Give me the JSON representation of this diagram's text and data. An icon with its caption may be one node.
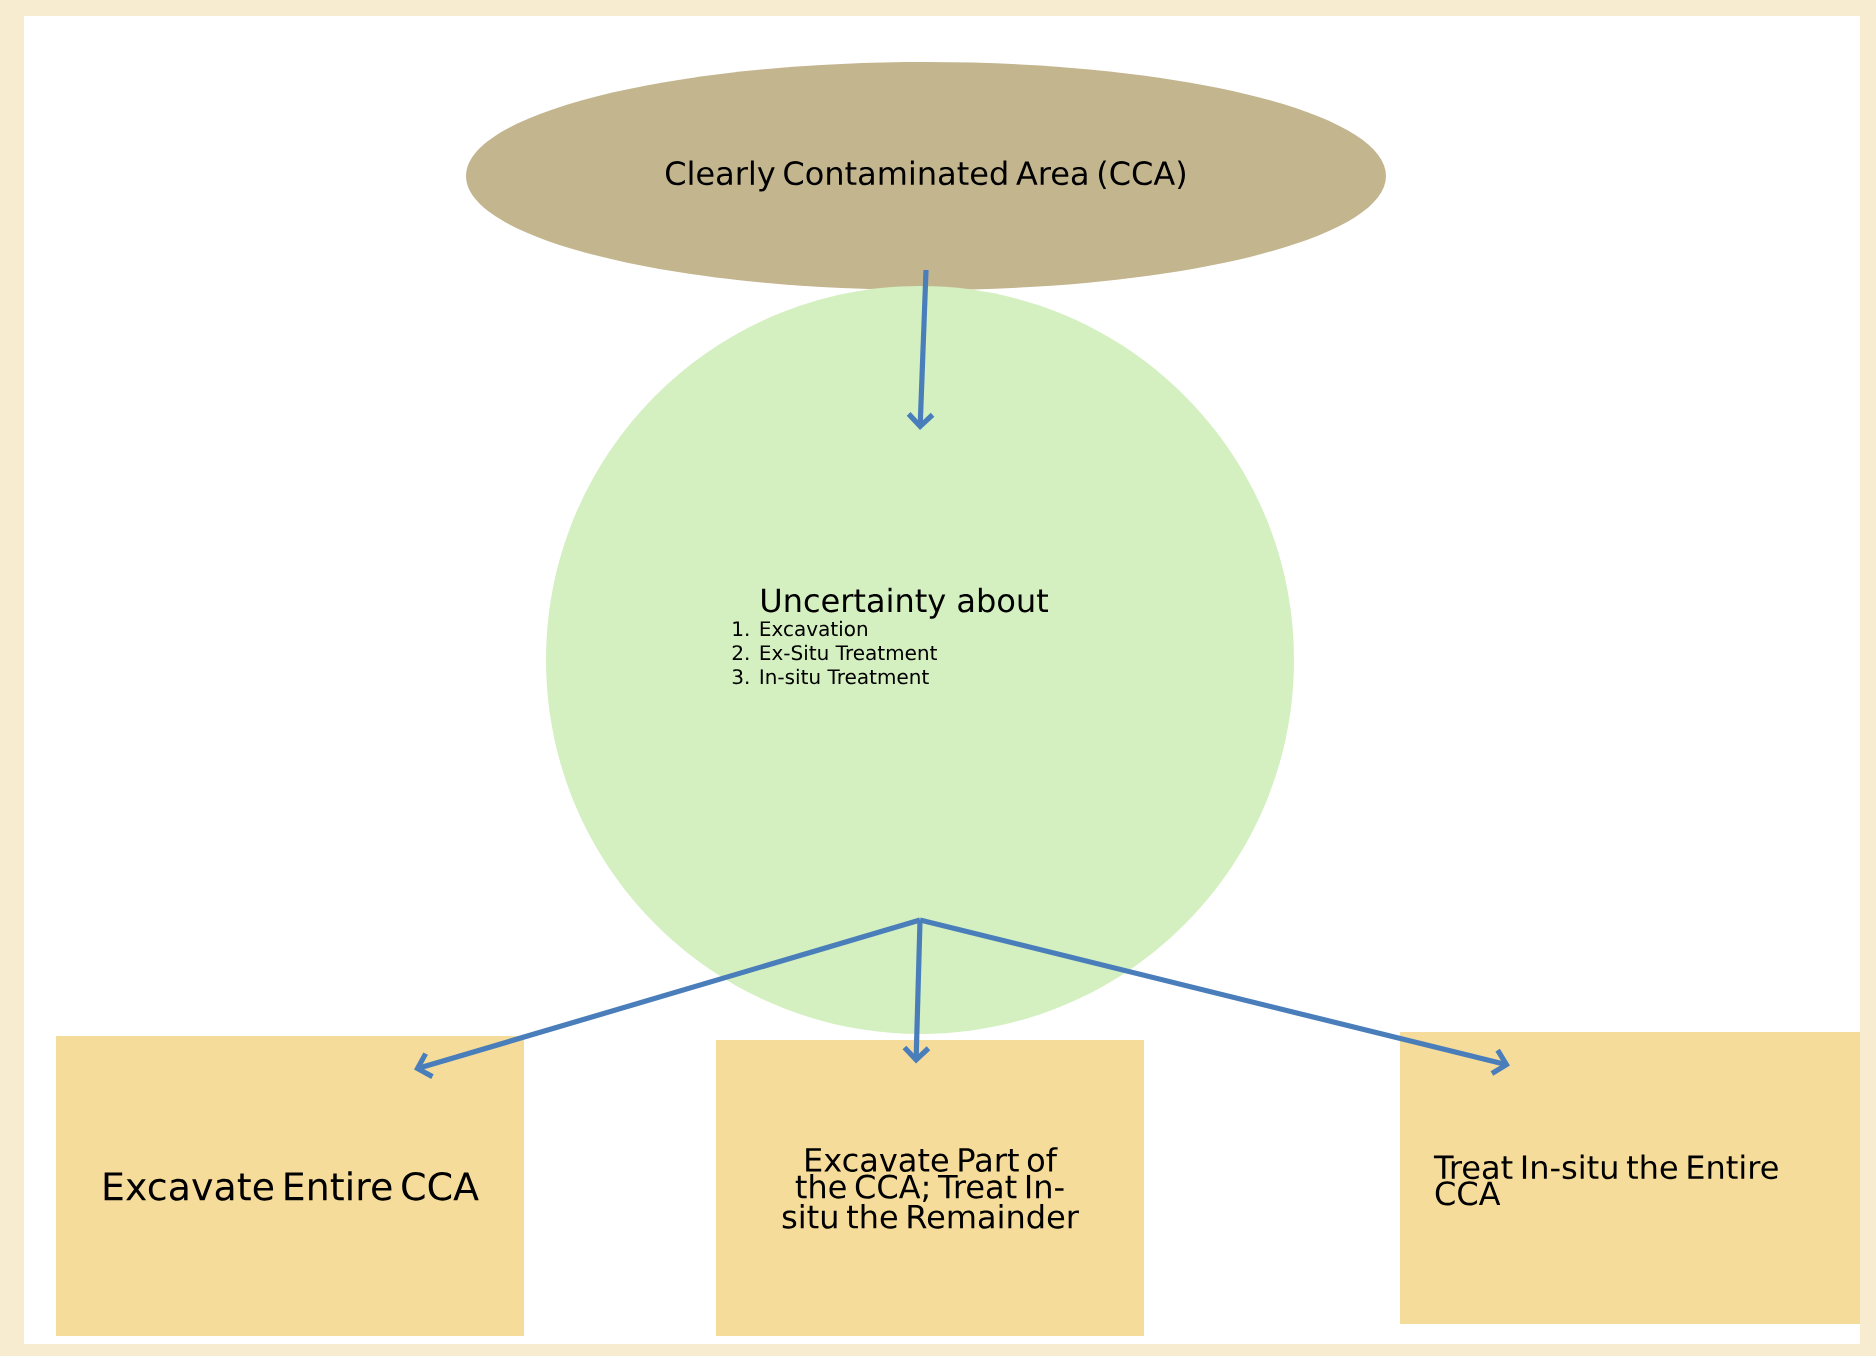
{
  "diagram": {
    "nodes": [
      {
        "text": [
          "Clearly Contaminated Area (CCA)"
        ]
      },
      {
        "text": [
          "Uncertainty about",
          "1. Excavation",
          "2. Ex-Situ Treatment",
          "3. In-situ Treatment"
        ]
      },
      {
        "text": [
          "Excavate Entire CCA"
        ]
      },
      {
        "text": [
          "Excavate Part of the CCA; Treat In-situ the Remainder"
        ]
      },
      {
        "text": [
          "Treat In-situ the Entire CCA"
        ]
      }
    ],
    "edges": [
      {
        "from": 0,
        "to": 1,
        "arrow": "to"
      },
      {
        "from": 1,
        "to": 2,
        "arrow": "to"
      },
      {
        "from": 1,
        "to": 3,
        "arrow": "to"
      },
      {
        "from": 1,
        "to": 4,
        "arrow": "to"
      }
    ]
  }
}
